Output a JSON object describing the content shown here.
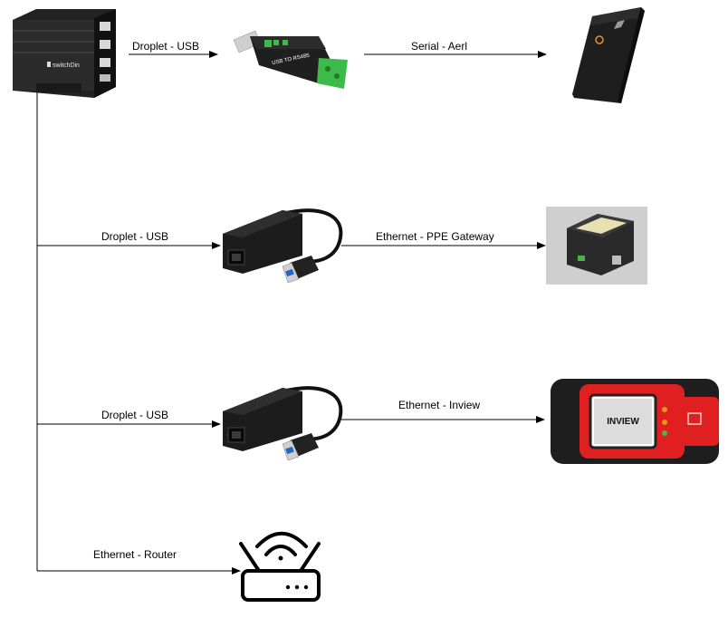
{
  "hub": {
    "brand": "switchDin"
  },
  "adapters": {
    "rs485_text": "USB TO RS485"
  },
  "devices": {
    "inview_text": "INVIEW"
  },
  "connections": [
    {
      "id": "hub-to-rs485",
      "label": "Droplet - USB"
    },
    {
      "id": "rs485-to-aerl",
      "label": "Serial - Aerl"
    },
    {
      "id": "hub-to-adapter1",
      "label": "Droplet - USB"
    },
    {
      "id": "adapter1-to-ppe",
      "label": "Ethernet - PPE Gateway"
    },
    {
      "id": "hub-to-adapter2",
      "label": "Droplet - USB"
    },
    {
      "id": "adapter2-to-inview",
      "label": "Ethernet - Inview"
    },
    {
      "id": "hub-to-router",
      "label": "Ethernet - Router"
    }
  ],
  "colors": {
    "line": "#000000",
    "device_dark": "#1e1e1e",
    "rs485_green": "#3dbb4a",
    "inview_red": "#e02020",
    "ppe_box": "#2a2a2a",
    "ppe_background": "#cfcfcf"
  }
}
